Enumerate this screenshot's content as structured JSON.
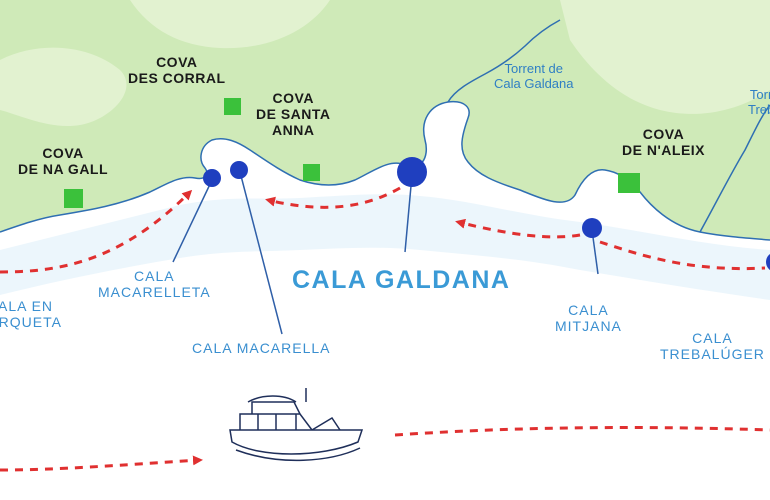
{
  "colors": {
    "land": "#cfeab8",
    "land_light": "#e2f2d0",
    "sea": "#d9eefa",
    "shore": "#a9d6f1",
    "coastline": "#2f6fb2",
    "cave_marker": "#3bc13b",
    "beach_marker": "#1f3fbf",
    "route": "#e03030",
    "leader_line": "#2f5fa8"
  },
  "caves": {
    "cova_des_corral": "COVA\nDES CORRAL",
    "cova_de_santa_anna": "COVA\nDE SANTA\nANNA",
    "cova_de_na_gall": "COVA\nDE NA GALL",
    "cova_de_n_aleix": "COVA\nDE N'ALEIX"
  },
  "beaches": {
    "cala_galdana": "CALA GALDANA",
    "cala_en_turqueta": "CALA EN\nTURQUETA",
    "cala_macarelleta": "CALA\nMACARELLETA",
    "cala_macarella": "CALA MACARELLA",
    "cala_mitjana": "CALA\nMITJANA",
    "cala_trebaluger": "CALA\nTREBALÚGER"
  },
  "rivers": {
    "torrent_cala_galdana": "Torrent de\nCala Galdana",
    "torrent_trebaluger": "Torrent de\nTrebalúger"
  },
  "icons": {
    "cave": "green-square",
    "beach": "blue-circle",
    "route": "red-dashed-arrow",
    "boat": "boat-icon"
  }
}
